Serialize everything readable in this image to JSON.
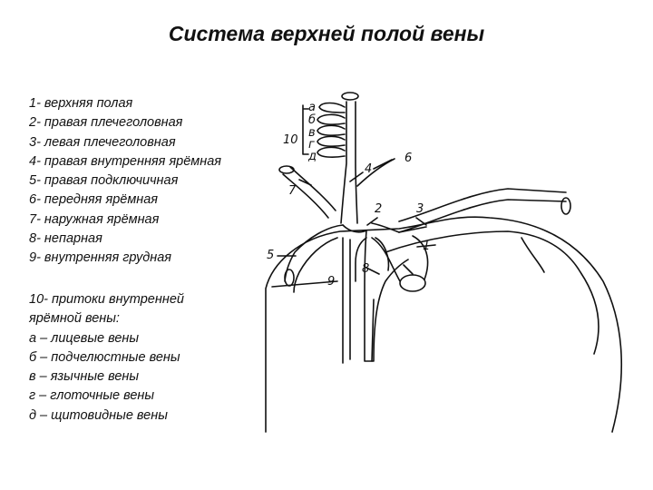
{
  "title": "Система верхней полой вены",
  "legend": [
    "1- верхняя полая",
    "2- правая плечеголовная",
    "3- левая плечеголовная",
    "4- правая внутренняя ярёмная",
    "5- правая подключичная",
    "6- передняя ярёмная",
    "7- наружная ярёмная",
    "8- непарная",
    "9- внутренняя грудная"
  ],
  "tributaries": {
    "heading": [
      "10- притоки внутренней",
      "ярёмной вены:"
    ],
    "items": [
      "а – лицевые вены",
      "б – подчелюстные вены",
      "в – язычные вены",
      "г – глоточные вены",
      "д – щитовидные вены"
    ]
  },
  "diagram_labels": {
    "n1": "1",
    "n2": "2",
    "n3": "3",
    "n4": "4",
    "n5": "5",
    "n6": "6",
    "n7": "7",
    "n8": "8",
    "n9": "9",
    "n10": "10",
    "a": "а",
    "b": "б",
    "v": "в",
    "g": "г",
    "d": "д"
  }
}
